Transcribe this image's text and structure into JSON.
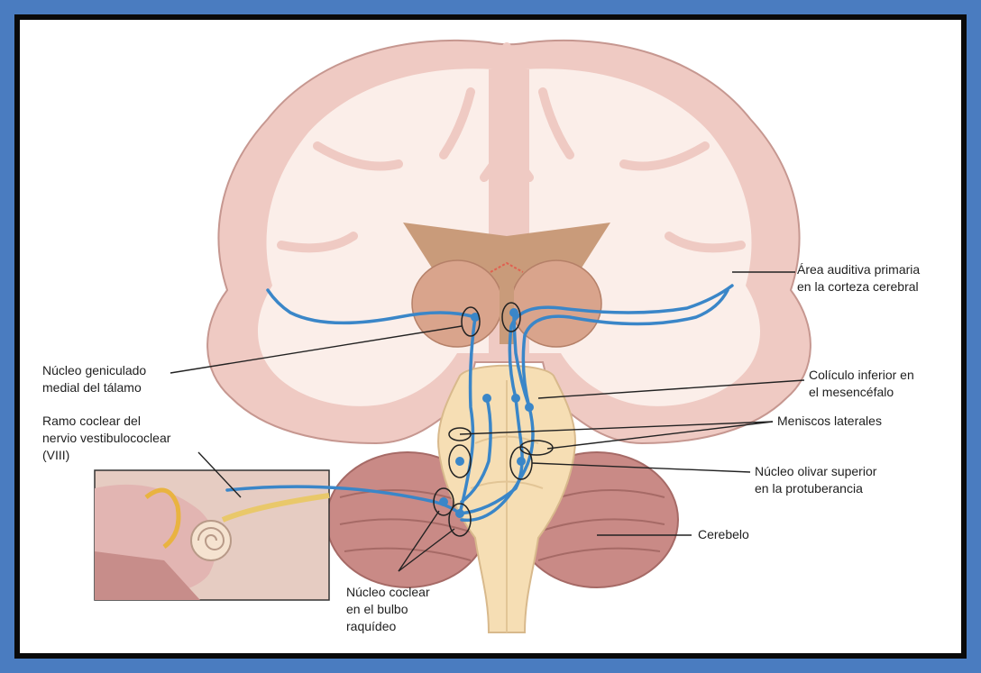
{
  "colors": {
    "frame": "#4a7cc0",
    "background": "#ffffff",
    "cortex": "#efcac3",
    "white_matter": "#fbeee9",
    "thalamus": "#d9a48c",
    "brainstem": "#f6deb4",
    "cerebellum": "#c98a86",
    "auditory_pathway": "#3a86c8",
    "leader_line": "#222222"
  },
  "labels": {
    "auditory_cortex": [
      "Área auditiva primaria",
      "en la corteza cerebral"
    ],
    "medial_geniculate": [
      "Núcleo geniculado",
      "medial del tálamo"
    ],
    "cochlear_branch": [
      "Ramo coclear del",
      "nervio vestibulococlear",
      "(VIII)"
    ],
    "inferior_colliculus": [
      "Colículo inferior en",
      "el mesencéfalo"
    ],
    "lateral_lemnisci": [
      "Meniscos laterales"
    ],
    "superior_olivary": [
      "Núcleo olivar superior",
      "en la protuberancia"
    ],
    "cerebellum": [
      "Cerebelo"
    ],
    "cochlear_nucleus": [
      "Núcleo coclear",
      "en el bulbo",
      "raquídeo"
    ]
  }
}
